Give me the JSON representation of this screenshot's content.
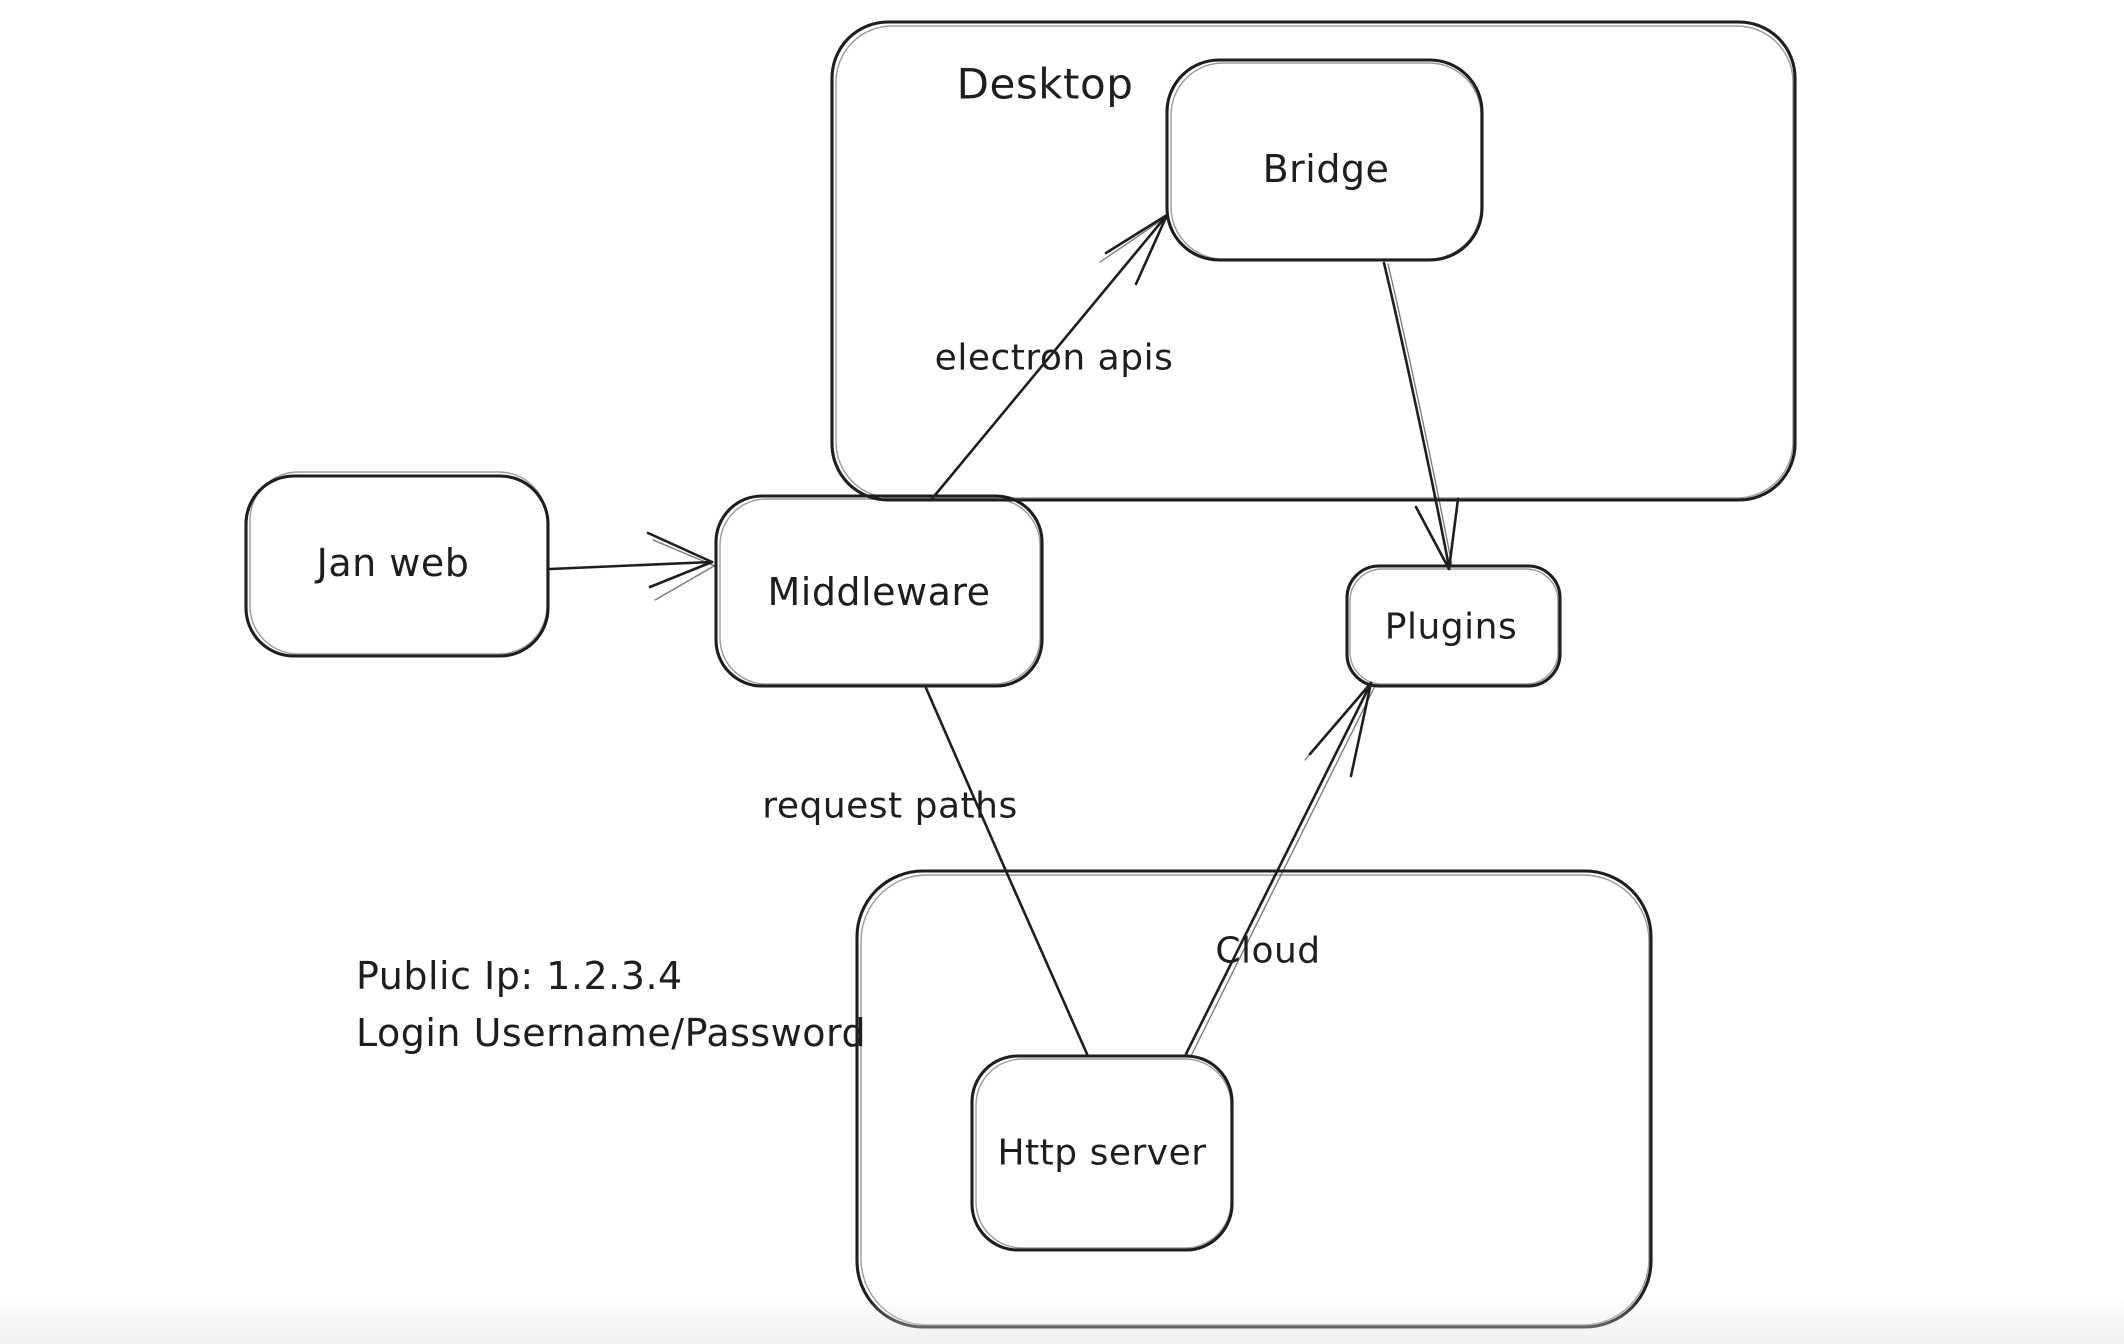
{
  "colors": {
    "background": "#ffffff",
    "stroke": "#1e1e1e"
  },
  "diagram": {
    "containers": {
      "desktop": {
        "label": "Desktop"
      },
      "cloud": {
        "label": "Cloud"
      }
    },
    "nodes": {
      "jan_web": {
        "label": "Jan web"
      },
      "middleware": {
        "label": "Middleware"
      },
      "bridge": {
        "label": "Bridge"
      },
      "plugins": {
        "label": "Plugins"
      },
      "http_server": {
        "label": "Http server"
      }
    },
    "edge_labels": {
      "electron_apis": {
        "text": "electron apis"
      },
      "request_paths": {
        "text": "request paths"
      }
    },
    "annotations": {
      "line1": "Public Ip: 1.2.3.4",
      "line2": "Login Username/Password"
    },
    "edges": [
      {
        "from": "jan_web",
        "to": "middleware",
        "label": "",
        "arrowhead": "chevron"
      },
      {
        "from": "middleware",
        "to": "bridge",
        "label": "electron apis",
        "arrowhead": "barbs"
      },
      {
        "from": "bridge",
        "to": "plugins",
        "label": "",
        "arrowhead": "barbs"
      },
      {
        "from": "middleware",
        "to": "http_server",
        "label": "request paths",
        "arrowhead": "none"
      },
      {
        "from": "http_server",
        "to": "plugins",
        "label": "",
        "arrowhead": "barbs"
      }
    ]
  }
}
